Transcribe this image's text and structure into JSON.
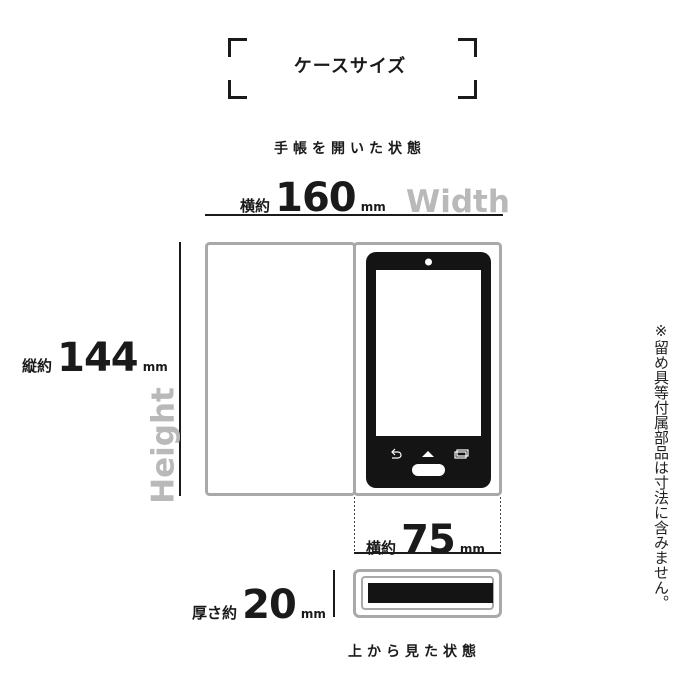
{
  "title": "ケースサイズ",
  "open_state_label": "手帳を開いた状態",
  "width": {
    "prefix": "横約",
    "value": "160",
    "unit": "mm",
    "ghost": "Width"
  },
  "height": {
    "prefix": "縦約",
    "value": "144",
    "unit": "mm",
    "ghost": "Height"
  },
  "phone_width": {
    "prefix": "横約",
    "value": "75",
    "unit": "mm"
  },
  "thickness": {
    "prefix": "厚さ約",
    "value": "20",
    "unit": "mm"
  },
  "top_view_label": "上から見た状態",
  "note": "※留め具等付属部品は寸法に含みません。",
  "nav_icons": [
    "back-icon",
    "home-icon",
    "recent-apps-icon"
  ],
  "colors": {
    "outline": "#a9a9a9",
    "ink": "#1a1a1a",
    "ghost": "#b9b9b9"
  }
}
